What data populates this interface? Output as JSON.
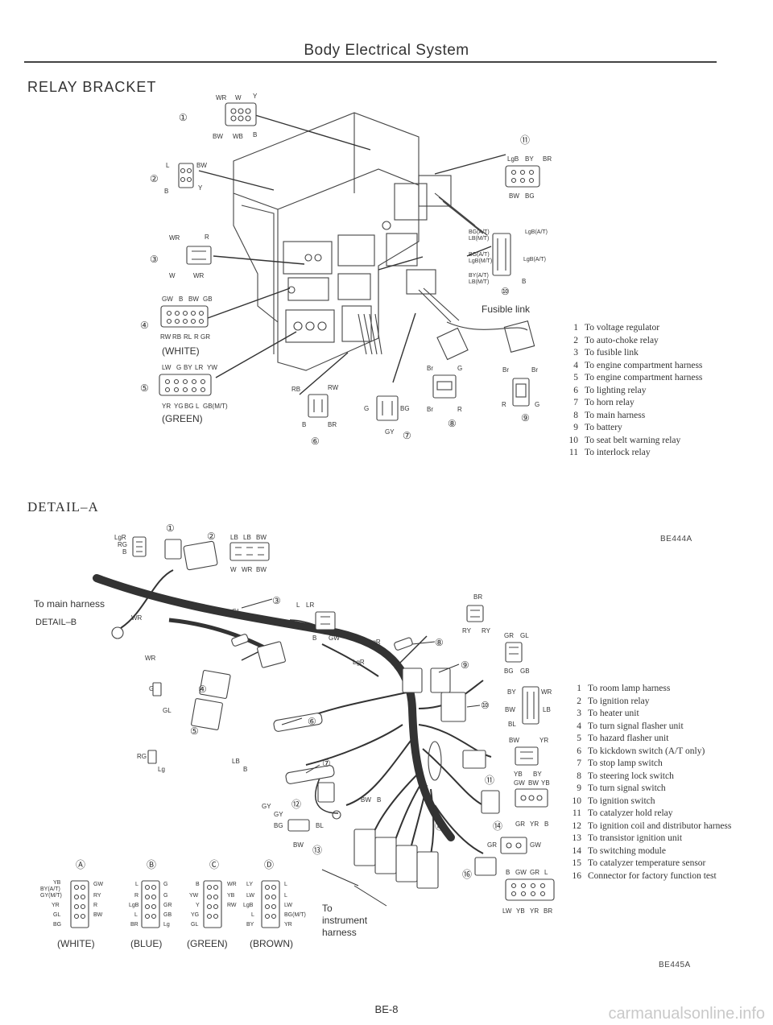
{
  "header": {
    "title": "Body Electrical System"
  },
  "relay_bracket": {
    "title": "RELAY BRACKET",
    "fusible_link_label": "Fusible link",
    "captions": {
      "white": "(WHITE)",
      "green": "(GREEN)"
    },
    "pin_labels": {
      "c1_top": [
        "WR",
        "W",
        "Y"
      ],
      "c1_bottom": [
        "BW",
        "WB",
        "B"
      ],
      "c2": [
        "L",
        "BW",
        "B",
        "Y"
      ],
      "c3_top": [
        "WR",
        "R"
      ],
      "c3_bottom": [
        "W",
        "WR"
      ],
      "c4_top": [
        "GW",
        "B",
        "BW",
        "GB"
      ],
      "c4_bottom": [
        "RW",
        "RB",
        "RL",
        "R",
        "GR"
      ],
      "c5_top": [
        "LW",
        "G",
        "BY",
        "LR",
        "YW"
      ],
      "c5_bottom": [
        "YR",
        "YG",
        "BG",
        "L",
        "GB(M/T)"
      ],
      "c6": [
        "RB",
        "RW",
        "B",
        "BR"
      ],
      "c7": [
        "G",
        "BG",
        "GY"
      ],
      "c8": [
        "Br",
        "G",
        "Br",
        "R"
      ],
      "c9": [
        "Br",
        "Br",
        "R",
        "G"
      ],
      "c10": [
        "BG(A/T)",
        "LB(M/T)",
        "BG(A/T)",
        "LgB(M/T)",
        "BY(A/T)",
        "LB(M/T)",
        "LgB(A/T)",
        "LgB(A/T)",
        "B"
      ],
      "c11": [
        "LgB",
        "BY",
        "BR",
        "BW",
        "BG"
      ]
    },
    "legend": [
      {
        "n": "1",
        "t": "To voltage regulator"
      },
      {
        "n": "2",
        "t": "To auto-choke relay"
      },
      {
        "n": "3",
        "t": "To fusible link"
      },
      {
        "n": "4",
        "t": "To engine compartment harness"
      },
      {
        "n": "5",
        "t": "To engine compartment harness"
      },
      {
        "n": "6",
        "t": "To lighting relay"
      },
      {
        "n": "7",
        "t": "To horn relay"
      },
      {
        "n": "8",
        "t": "To main harness"
      },
      {
        "n": "9",
        "t": "To battery"
      },
      {
        "n": "10",
        "t": "To seat belt warning relay"
      },
      {
        "n": "11",
        "t": "To interlock relay"
      }
    ],
    "code": "BE444A"
  },
  "detail_a": {
    "title": "DETAIL–A",
    "to_main_harness": "To main harness",
    "detail_b": "DETAIL–B",
    "to_instrument_harness": [
      "To",
      "instrument",
      "harness"
    ],
    "captions": {
      "white": "(WHITE)",
      "blue": "(BLUE)",
      "green": "(GREEN)",
      "brown": "(BROWN)"
    },
    "pin_labels": {
      "top_left": [
        "LgR",
        "RG",
        "B"
      ],
      "c2": [
        "LB",
        "LB",
        "BW",
        "W",
        "WR",
        "BW"
      ],
      "c3": [
        "L",
        "LR",
        "B",
        "GW"
      ],
      "misc": [
        "GL",
        "WR",
        "WR",
        "LgR",
        "LgR",
        "GL",
        "G",
        "RG",
        "Lg",
        "LB",
        "B",
        "GY",
        "GY",
        "BW",
        "B",
        "BG",
        "BL",
        "BW"
      ],
      "c8": [
        "BR",
        "RY",
        "RY"
      ],
      "c9": [
        "GR",
        "GL",
        "BG",
        "GB"
      ],
      "c10": [
        "BY",
        "WR",
        "BW",
        "LB",
        "BL"
      ],
      "c11": [
        "BW",
        "YR",
        "YB",
        "BY",
        "GW",
        "BW",
        "YB"
      ],
      "c14": [
        "GR",
        "YR",
        "B"
      ],
      "c15": [
        "GR",
        "GW"
      ],
      "c16": [
        "B",
        "GW",
        "GR",
        "L",
        "LW",
        "YB",
        "YR",
        "BR"
      ],
      "a": [
        "YB",
        "BY(A/T)",
        "GY(M/T)",
        "YR",
        "GL",
        "BG",
        "GW",
        "RY",
        "R",
        "BW"
      ],
      "b": [
        "L",
        "R",
        "LgB",
        "L",
        "BR",
        "G",
        "G",
        "GR",
        "GB",
        "Lg"
      ],
      "c": [
        "B",
        "YW",
        "Y",
        "YG",
        "GL",
        "WR",
        "YB",
        "RW"
      ],
      "d": [
        "LY",
        "LW",
        "LgB",
        "L",
        "BY",
        "L",
        "L",
        "LW",
        "BG(M/T)",
        "YR"
      ]
    },
    "legend": [
      {
        "n": "1",
        "t": "To room lamp harness"
      },
      {
        "n": "2",
        "t": "To ignition relay"
      },
      {
        "n": "3",
        "t": "To heater unit"
      },
      {
        "n": "4",
        "t": "To turn signal flasher unit"
      },
      {
        "n": "5",
        "t": "To hazard flasher unit"
      },
      {
        "n": "6",
        "t": "To kickdown switch (A/T only)"
      },
      {
        "n": "7",
        "t": "To stop lamp switch"
      },
      {
        "n": "8",
        "t": "To steering lock switch"
      },
      {
        "n": "9",
        "t": "To turn signal switch"
      },
      {
        "n": "10",
        "t": "To ignition switch"
      },
      {
        "n": "11",
        "t": "To catalyzer hold relay"
      },
      {
        "n": "12",
        "t": "To ignition coil and distributor harness"
      },
      {
        "n": "13",
        "t": "To transistor ignition unit"
      },
      {
        "n": "14",
        "t": "To switching module"
      },
      {
        "n": "15",
        "t": "To catalyzer temperature sensor"
      },
      {
        "n": "16",
        "t": "Connector for factory function test"
      }
    ],
    "code": "BE445A"
  },
  "footer": {
    "page_code": "BE-8",
    "watermark": "carmanualsonline.info"
  }
}
